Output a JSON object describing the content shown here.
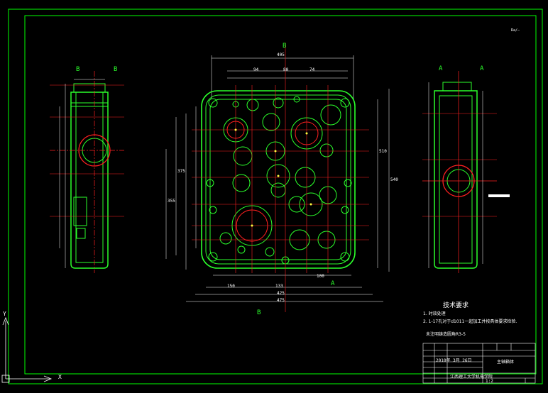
{
  "colors": {
    "background": "#000000",
    "frame": "#00ff00",
    "outline": "#2bff2b",
    "centerline": "#ff2020",
    "dimension": "#ffffff",
    "hole": "#ffff40"
  },
  "sections": {
    "left_label_a": "B",
    "left_label_b": "B",
    "right_label_a": "A",
    "right_label_b": "A",
    "top_label": "B",
    "bottom_label": "B",
    "side_label": "A"
  },
  "corner_note": "Ra/—",
  "dimensions": {
    "top_overall": "405",
    "top_row": [
      "94",
      "80",
      "74"
    ],
    "bottom_row": [
      "150",
      "133",
      "100"
    ],
    "bottom_overall_1": "425",
    "bottom_overall_2": "475",
    "right_1": "510",
    "right_2": "540",
    "left_1": "355",
    "left_2": "375"
  },
  "tech": {
    "title": "技术要求",
    "line1": "1. 时效处理",
    "line2": "2. 1-17孔对于d1011一起加工并按具体要求检验.",
    "line3": "未注明铸造圆角R3-5"
  },
  "title_block": {
    "part_name": "主轴箱体",
    "date": "2010年 3月 26日",
    "school": "江西理工大学机电学院",
    "scale": "1:2"
  },
  "ucs": {
    "x_label": "X",
    "y_label": "Y"
  }
}
